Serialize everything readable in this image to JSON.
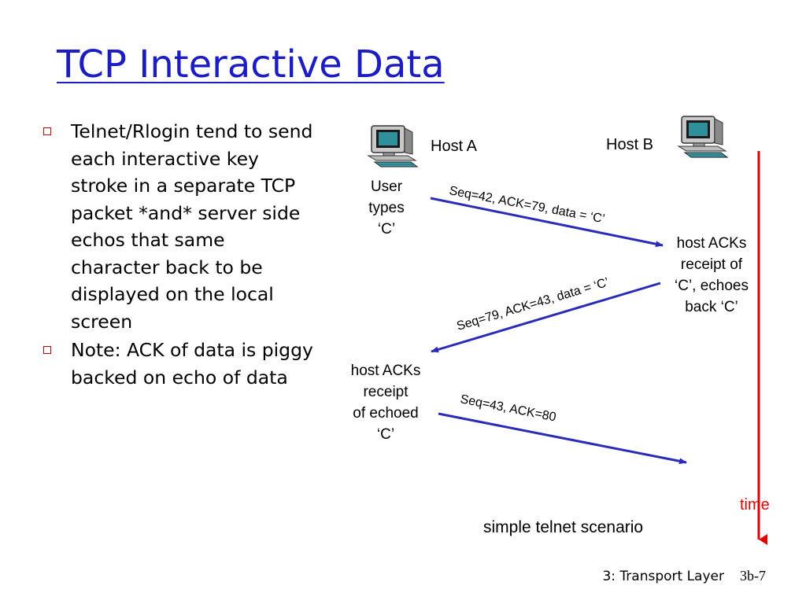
{
  "slide": {
    "title": "TCP Interactive Data",
    "bullets": [
      "Telnet/Rlogin tend to send each interactive key stroke in a separate TCP packet *and* server side echos that same character back to be displayed on the local screen",
      "Note: ACK of data is piggy backed on echo of data"
    ],
    "footer": {
      "section": "3: Transport Layer",
      "slide_number": "3b-7"
    }
  },
  "diagram": {
    "host_a": "Host A",
    "host_b": "Host B",
    "messages": [
      "Seq=42, ACK=79, data = ‘C’",
      "Seq=79, ACK=43, data = ‘C’",
      "Seq=43, ACK=80"
    ],
    "left_notes": {
      "user_types": [
        "User",
        "types",
        "‘C’"
      ],
      "host_acks_echo": [
        "host ACKs",
        "receipt",
        "of echoed",
        "‘C’"
      ]
    },
    "right_note": [
      "host ACKs",
      "receipt of",
      "‘C’, echoes",
      "back ‘C’"
    ],
    "time_label": "time",
    "caption": "simple telnet scenario"
  },
  "colors": {
    "title": "#1c1cc4",
    "arrow": "#2b2bb8",
    "time_axis": "#e00000",
    "bullet_marker": "#c00000"
  },
  "icons": [
    "desktop-computer-icon",
    "desktop-computer-icon"
  ]
}
